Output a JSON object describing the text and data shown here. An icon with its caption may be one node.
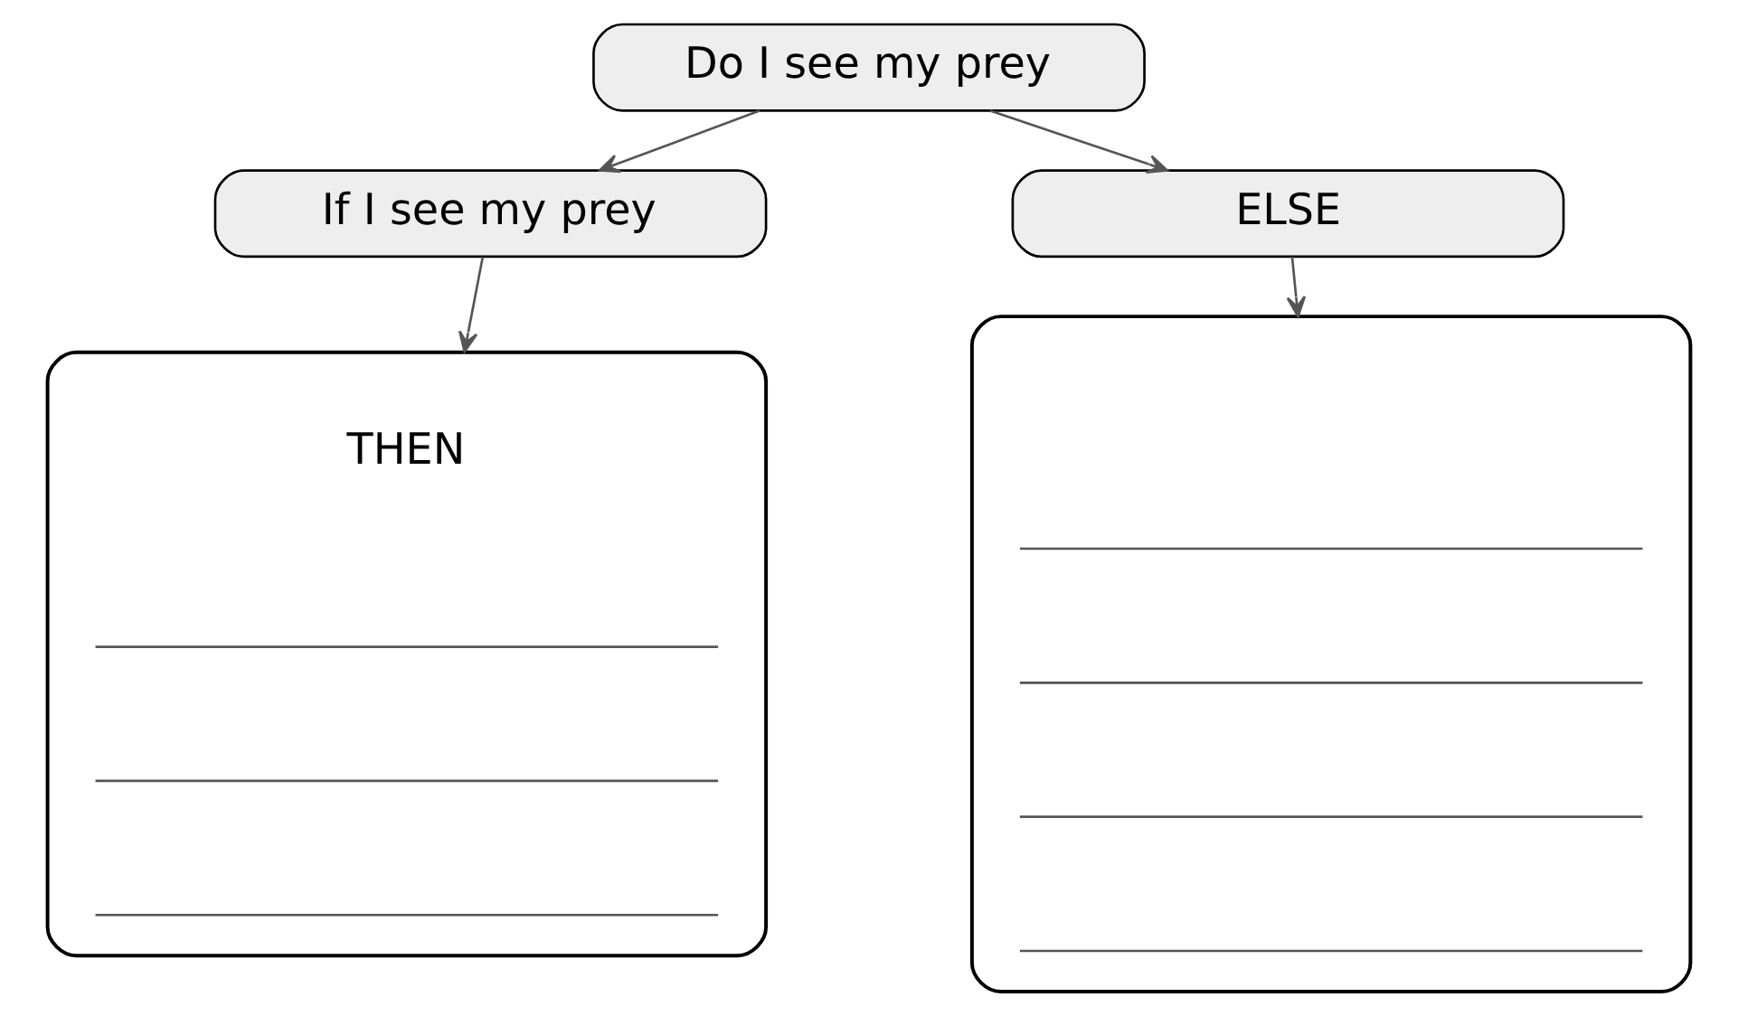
{
  "diagram": {
    "nodes": [
      {
        "text": [
          "Do I see my prey"
        ]
      },
      {
        "text": [
          "If I see my prey"
        ]
      },
      {
        "text": [
          "ELSE"
        ]
      },
      {
        "text": [
          "THEN"
        ]
      },
      {
        "text": [],
        "shape": "box"
      }
    ],
    "edges": [
      {
        "from": 0,
        "to": 1,
        "arrow": "to"
      },
      {
        "from": 0,
        "to": 2,
        "arrow": "to"
      },
      {
        "from": 1,
        "to": 3,
        "arrow": "to"
      },
      {
        "from": 2,
        "to": 4,
        "arrow": "to"
      }
    ]
  }
}
